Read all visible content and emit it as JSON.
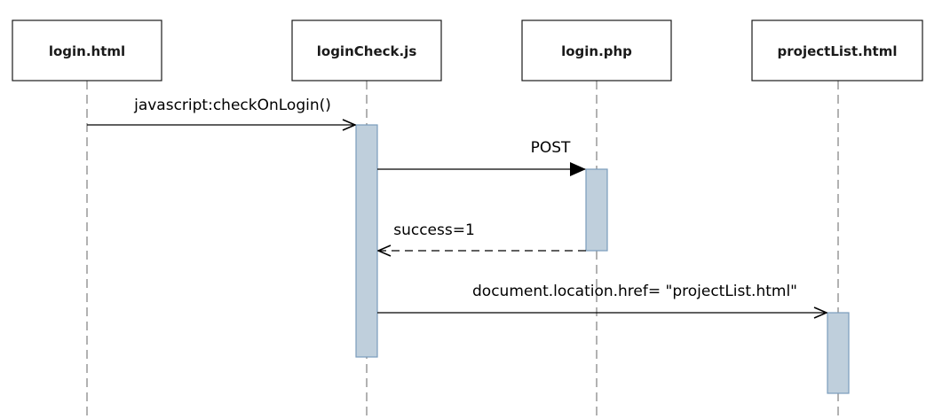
{
  "participants": [
    {
      "id": "login_html",
      "label": "login.html"
    },
    {
      "id": "loginCheck_js",
      "label": "loginCheck.js"
    },
    {
      "id": "login_php",
      "label": "login.php"
    },
    {
      "id": "projectList_html",
      "label": "projectList.html"
    }
  ],
  "messages": [
    {
      "from": "login_html",
      "to": "loginCheck_js",
      "label": "javascript:checkOnLogin()",
      "kind": "async"
    },
    {
      "from": "loginCheck_js",
      "to": "login_php",
      "label": "POST",
      "kind": "sync"
    },
    {
      "from": "login_php",
      "to": "loginCheck_js",
      "label": "success=1",
      "kind": "return"
    },
    {
      "from": "loginCheck_js",
      "to": "projectList_html",
      "label": "document.location.href= \"projectList.html\"",
      "kind": "async"
    }
  ],
  "colors": {
    "box_border": "#1a1a1a",
    "lifeline": "#999999",
    "activation_fill": "#bfcfdc",
    "activation_border": "#7a9cbc",
    "arrow": "#000000"
  }
}
